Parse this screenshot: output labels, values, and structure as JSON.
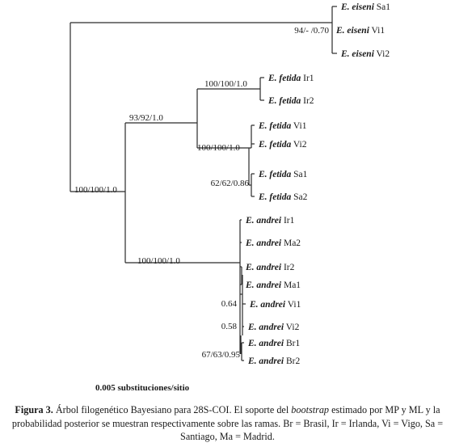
{
  "tree": {
    "tips": [
      {
        "genus": "E. eiseni",
        "code": "Sa1"
      },
      {
        "genus": "E. eiseni",
        "code": "Vi1"
      },
      {
        "genus": "E. eiseni",
        "code": "Vi2"
      },
      {
        "genus": "E. fetida",
        "code": "Ir1"
      },
      {
        "genus": "E. fetida",
        "code": "Ir2"
      },
      {
        "genus": "E. fetida",
        "code": "Vi1"
      },
      {
        "genus": "E. fetida",
        "code": "Vi2"
      },
      {
        "genus": "E. fetida",
        "code": "Sa1"
      },
      {
        "genus": "E. fetida",
        "code": "Sa2"
      },
      {
        "genus": "E. andrei",
        "code": "Ir1"
      },
      {
        "genus": "E. andrei",
        "code": "Ma2"
      },
      {
        "genus": "E. andrei",
        "code": "Ir2"
      },
      {
        "genus": "E. andrei",
        "code": "Ma1"
      },
      {
        "genus": "E. andrei",
        "code": "Vi1"
      },
      {
        "genus": "E. andrei",
        "code": "Vi2"
      },
      {
        "genus": "E. andrei",
        "code": "Br1"
      },
      {
        "genus": "E. andrei",
        "code": "Br2"
      }
    ],
    "support": {
      "eiseni": "94/- /0.70",
      "fetida_ir": "100/100/1.0",
      "fetida": "93/92/1.0",
      "fetida_vi": "100/100/1.0",
      "fetida_sa": "62/62/0.86",
      "root": "100/100/1.0",
      "andrei": "100/100/1.0",
      "andrei_vi1": "0.64",
      "andrei_vi2": "0.58",
      "andrei_br": "67/63/0.95"
    },
    "scale_label": "0.005 substituciones/sitio"
  },
  "caption": {
    "figure": "Figura 3.",
    "text_a": " Árbol filogenético Bayesiano para 28S-COI. El soporte del ",
    "text_em": "bootstrap",
    "text_b": " estimado por MP y ML y la probabilidad posterior se muestran respectivamente sobre las ramas. Br = Brasil, Ir = Irlanda, Vi = Vigo, Sa = Santiago, Ma = Madrid."
  }
}
